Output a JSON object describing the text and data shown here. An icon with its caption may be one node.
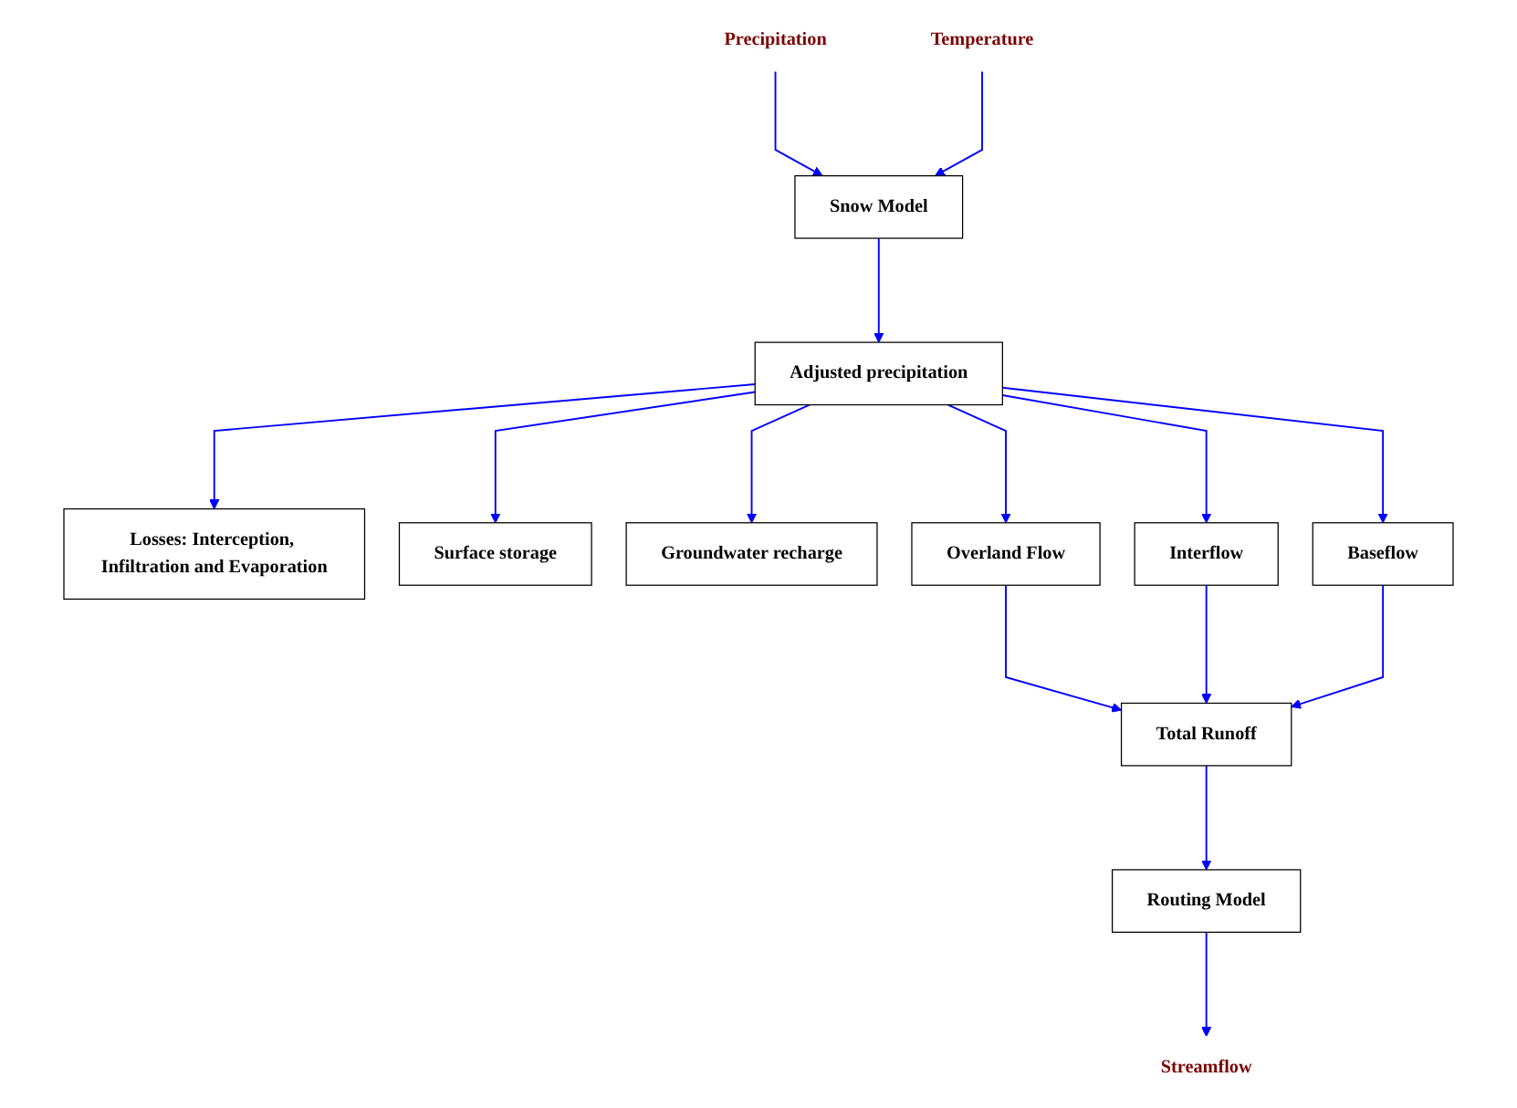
{
  "diagram": {
    "nodes": [
      {
        "text": [
          "Precipitation"
        ]
      },
      {
        "text": [
          "Temperature"
        ]
      },
      {
        "text": [
          "Snow Model"
        ]
      },
      {
        "text": [
          "Losses: Interception, Infiltration and Evaporation"
        ]
      },
      {
        "text": [
          "Adjusted precipitation"
        ]
      },
      {
        "text": [
          "Surface storage"
        ]
      },
      {
        "text": [
          "Groundwater recharge"
        ]
      },
      {
        "text": [
          "Overland Flow"
        ]
      },
      {
        "text": [
          "Interflow"
        ]
      },
      {
        "text": [
          "Baseflow"
        ]
      },
      {
        "text": [
          "Total Runoff"
        ]
      },
      {
        "text": [
          "Routing Model"
        ]
      },
      {
        "text": [
          "Streamflow"
        ]
      }
    ],
    "edges": [
      {
        "from": 0,
        "to": 2,
        "arrow": "to"
      },
      {
        "from": 1,
        "to": 2,
        "arrow": "to"
      },
      {
        "from": 2,
        "to": 4,
        "arrow": "to"
      },
      {
        "from": 4,
        "to": 3,
        "arrow": "to"
      },
      {
        "from": 4,
        "to": 5,
        "arrow": "to"
      },
      {
        "from": 4,
        "to": 6,
        "arrow": "to"
      },
      {
        "from": 4,
        "to": 7,
        "arrow": "to"
      },
      {
        "from": 4,
        "to": 8,
        "arrow": "to"
      },
      {
        "from": 4,
        "to": 9,
        "arrow": "to"
      },
      {
        "from": 7,
        "to": 10,
        "arrow": "to"
      },
      {
        "from": 8,
        "to": 10,
        "arrow": "to"
      },
      {
        "from": 9,
        "to": 10,
        "arrow": "to"
      },
      {
        "from": 10,
        "to": 11,
        "arrow": "to"
      },
      {
        "from": 11,
        "to": 12,
        "arrow": "to"
      }
    ]
  }
}
